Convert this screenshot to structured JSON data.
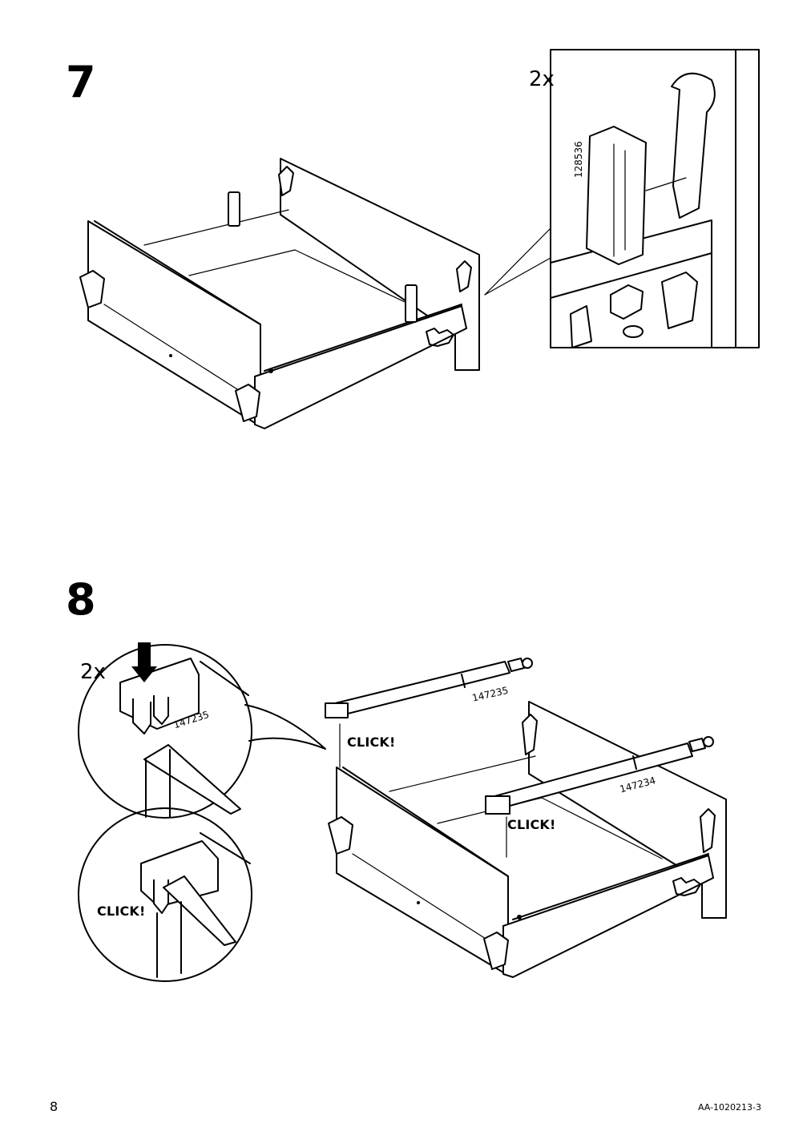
{
  "steps": [
    {
      "number": "7",
      "quantity": "2x",
      "part_number": "128536"
    },
    {
      "number": "8",
      "quantity": "2x",
      "part_a": "147235",
      "part_a_detail": "147235",
      "part_b": "147234",
      "click_label": "CLICK!"
    }
  ],
  "footer": {
    "page_number": "8",
    "doc_code": "AA-1020213-3"
  }
}
